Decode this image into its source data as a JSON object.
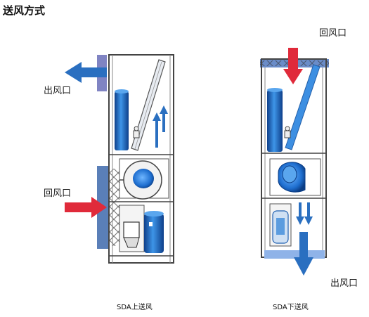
{
  "title": "送风方式",
  "left_unit": {
    "outlet_label": "出风口",
    "return_label": "回风口",
    "caption": "SDA上送风"
  },
  "right_unit": {
    "return_label": "回风口",
    "outlet_label": "出风口",
    "caption": "SDA下送风"
  },
  "colors": {
    "supply_arrow": "#2a6fc0",
    "return_arrow": "#e02a3a",
    "frame": "#444444",
    "coil": "#2a7fd6",
    "side_panel": "#5a7fb8",
    "top_panel": "#6a8cc8"
  }
}
